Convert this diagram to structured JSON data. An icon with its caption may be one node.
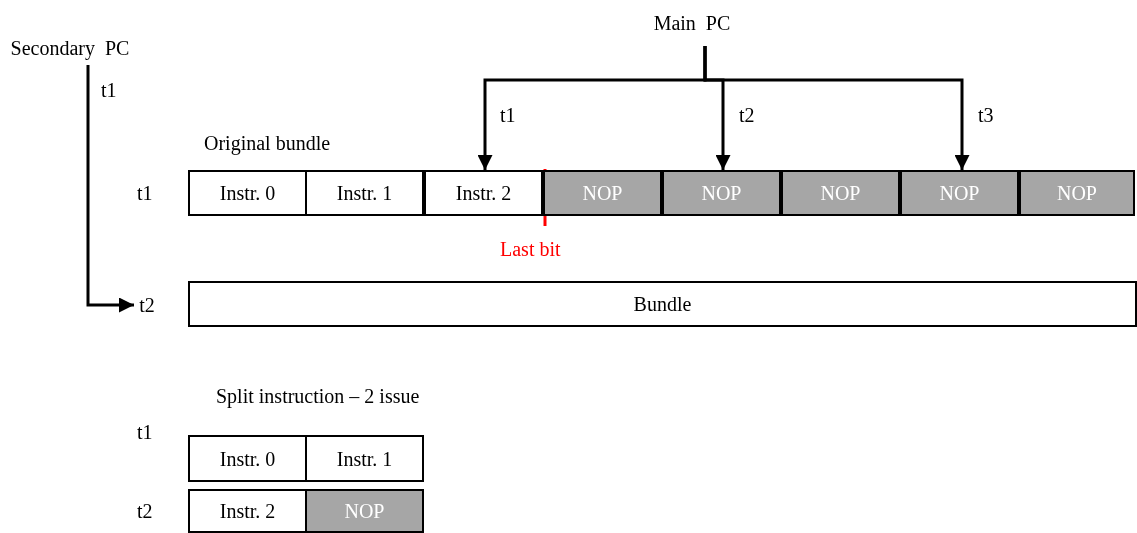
{
  "diagram": {
    "nodes": [
      {
        "text": [
          "Main  PC"
        ]
      },
      {
        "text": [
          "Secondary  PC"
        ]
      },
      {
        "text": [
          "Instr. 0"
        ]
      },
      {
        "text": [
          "Instr. 1"
        ]
      },
      {
        "text": [
          "Instr. 2"
        ]
      },
      {
        "text": [
          "NOP"
        ]
      },
      {
        "text": [
          "NOP"
        ]
      },
      {
        "text": [
          "NOP"
        ]
      },
      {
        "text": [
          "NOP"
        ]
      },
      {
        "text": [
          "NOP"
        ]
      },
      {
        "text": [
          "t2"
        ]
      },
      {
        "text": [
          "Bundle"
        ]
      },
      {
        "text": [
          "Instr. 0"
        ]
      },
      {
        "text": [
          "Instr. 1"
        ]
      },
      {
        "text": [
          "Instr. 2"
        ]
      },
      {
        "text": [
          "NOP"
        ]
      }
    ],
    "edges": [
      {
        "from": 0,
        "to": 4,
        "arrow": "to",
        "label": "t1"
      },
      {
        "from": 0,
        "to": 6,
        "arrow": "to",
        "label": "t2"
      },
      {
        "from": 0,
        "to": 8,
        "arrow": "to",
        "label": "t3"
      },
      {
        "from": 1,
        "to": 10,
        "arrow": "to",
        "label": "t1"
      }
    ],
    "labels": [
      "Original bundle",
      "t1",
      "Last bit",
      "Split instruction – 2 issue",
      "t1",
      "t2"
    ]
  }
}
